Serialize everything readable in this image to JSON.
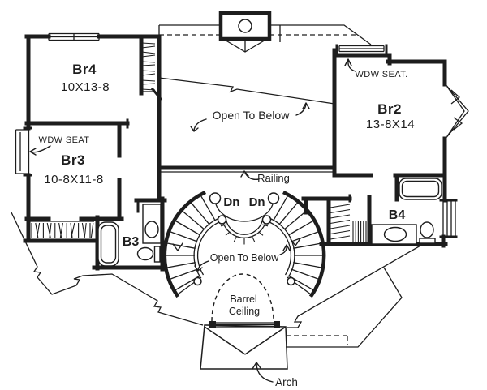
{
  "colors": {
    "ink": "#1d1d1d",
    "paper": "#ffffff"
  },
  "rooms": {
    "br4": {
      "name": "Br4",
      "dims": "10X13-8"
    },
    "br3": {
      "name": "Br3",
      "dims": "10-8X11-8"
    },
    "br2": {
      "name": "Br2",
      "dims": "13-8X14"
    },
    "b3": {
      "name": "B3"
    },
    "b4": {
      "name": "B4"
    }
  },
  "annotations": {
    "wdw_seat_left": "WDW SEAT",
    "wdw_seat_right": "WDW SEAT.",
    "open_to_below_upper": "Open To Below",
    "open_to_below_lower": "Open To Below",
    "railing": "Railing",
    "stairs_down": "Dn Dn",
    "barrel_ceiling_line1": "Barrel",
    "barrel_ceiling_line2": "Ceiling",
    "arch": "Arch"
  }
}
